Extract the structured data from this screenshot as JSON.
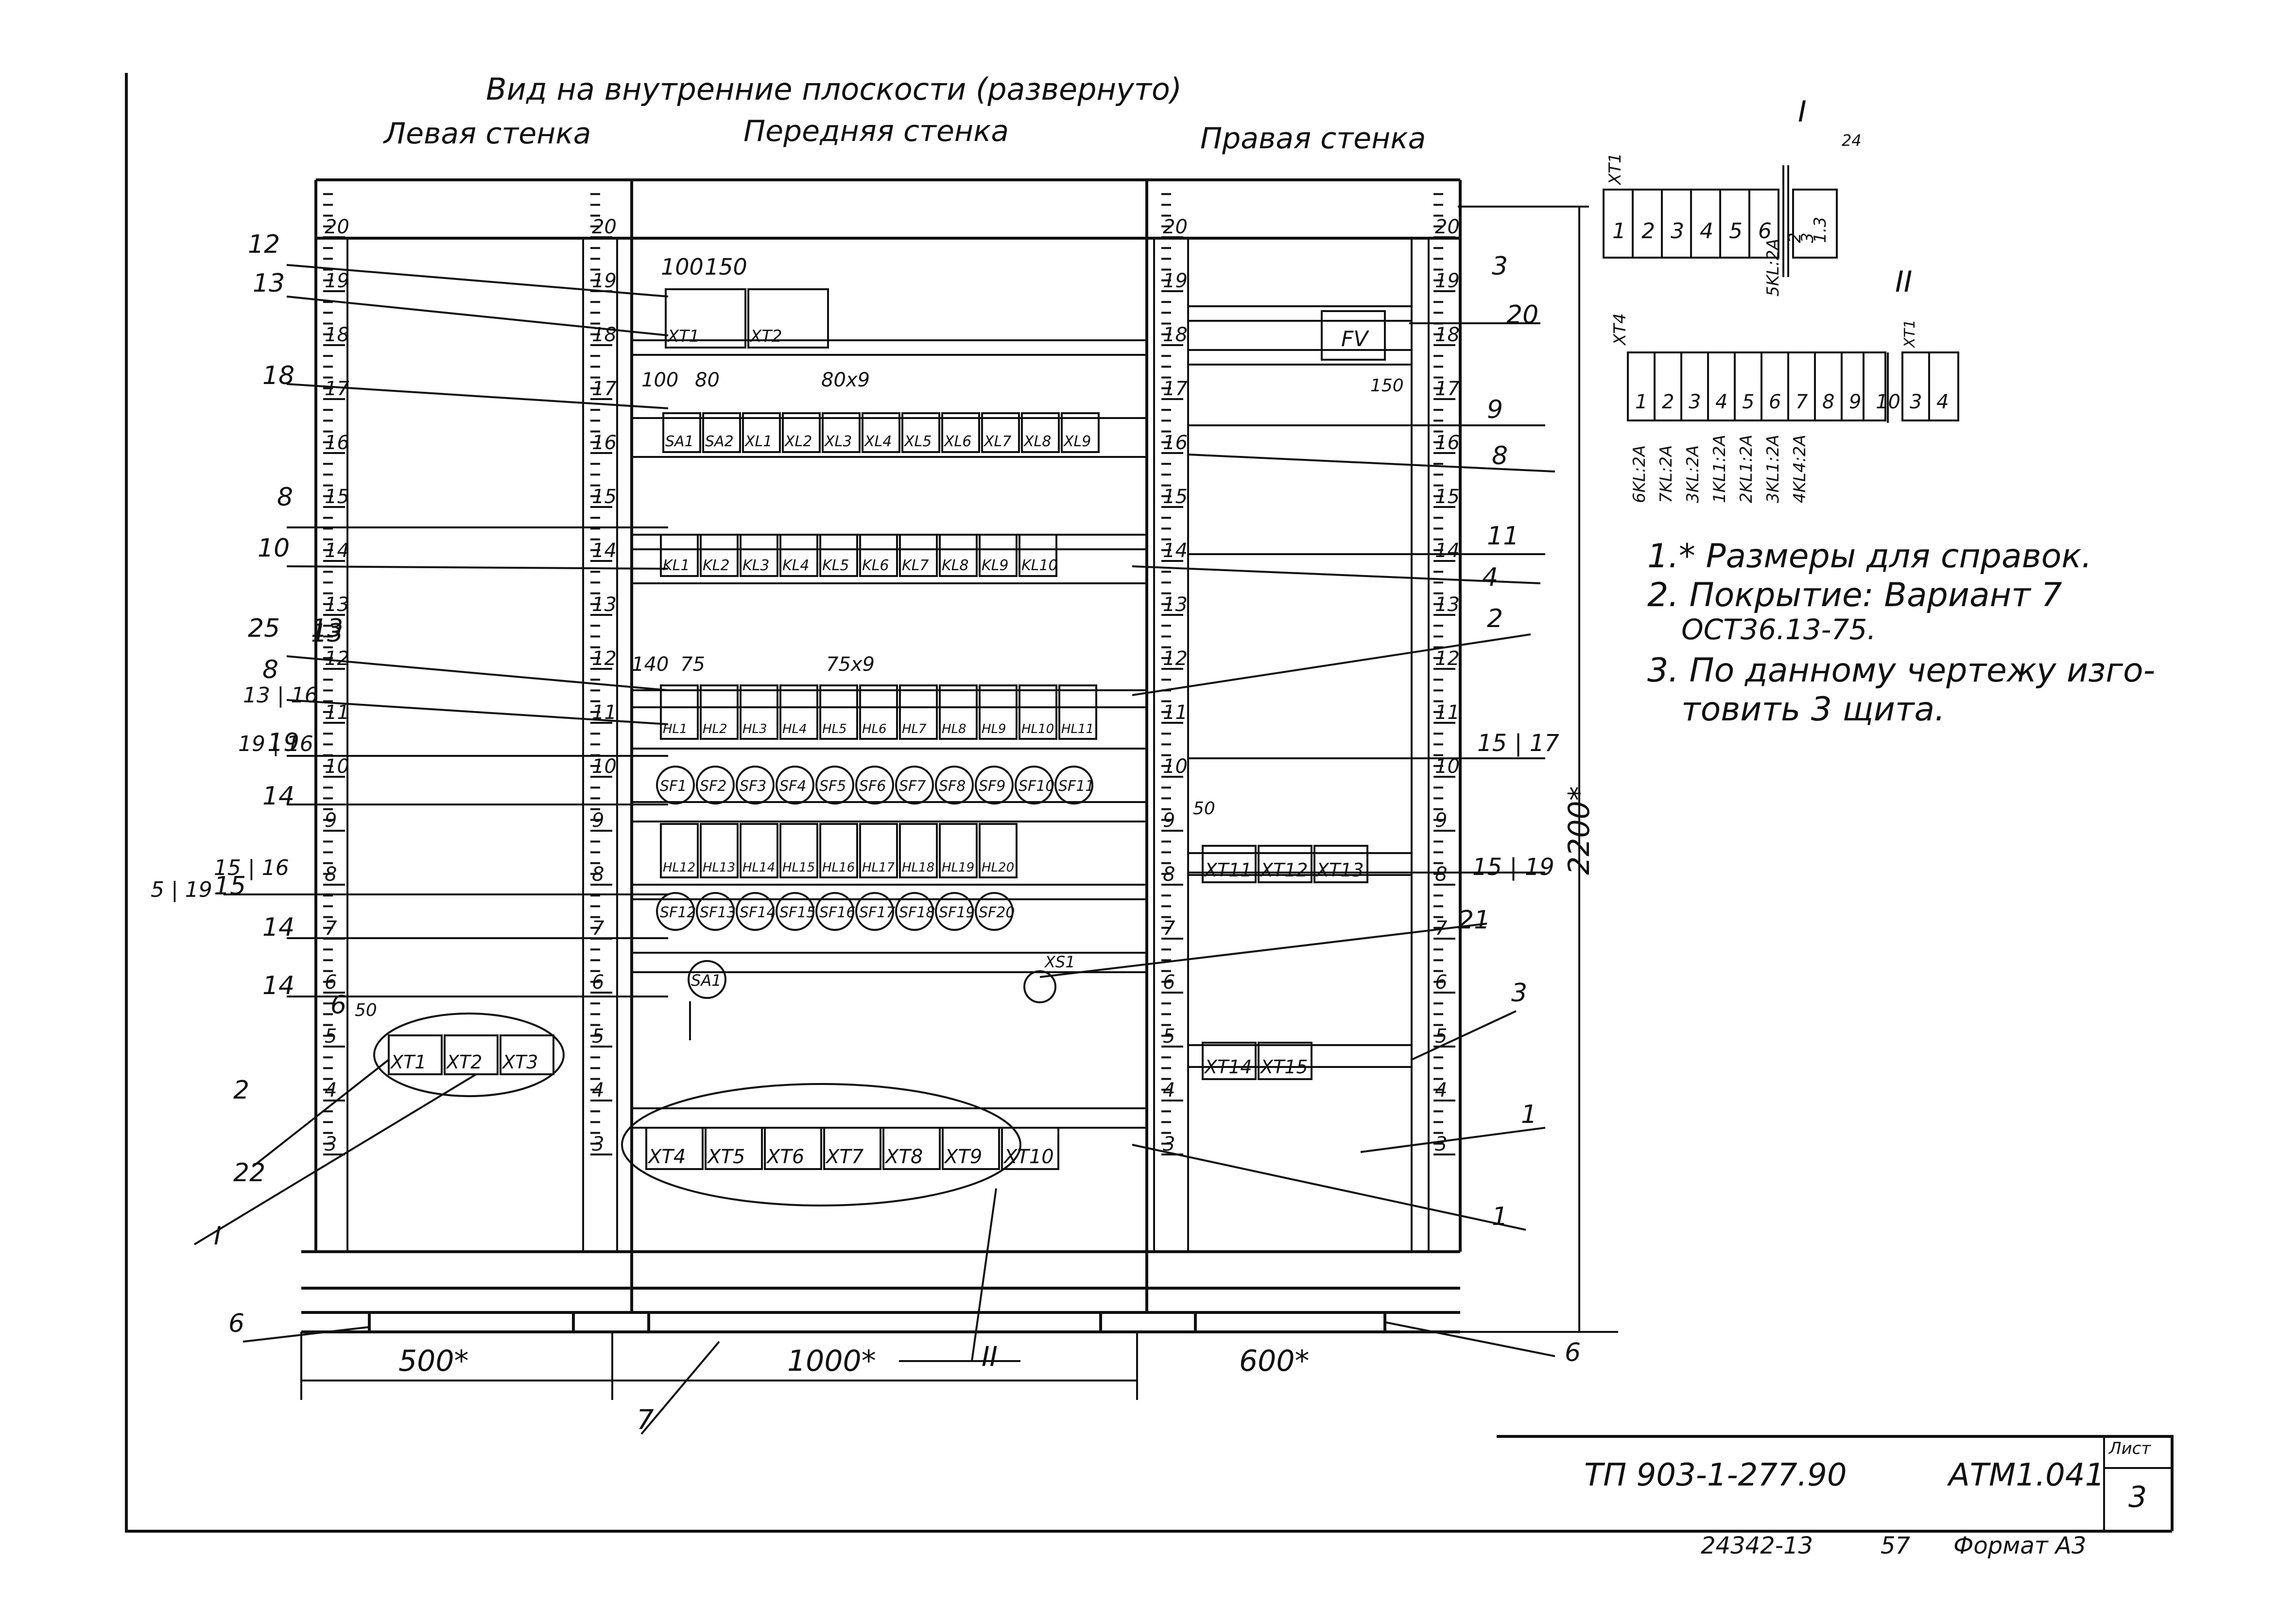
{
  "drawing": {
    "title": "Вид на внутренние плоскости (развернуто)",
    "left_wall_label": "Левая стенка",
    "front_wall_label": "Передняя стенка",
    "right_wall_label": "Правая стенка",
    "total_height_dim": "2200*",
    "width_dims": [
      "500*",
      "1000*",
      "600*"
    ],
    "top_dims": [
      "100",
      "150"
    ],
    "row17_dims": [
      "100",
      "80",
      "80x9"
    ],
    "row12_dims": [
      "140",
      "75",
      "75x9"
    ],
    "right_dim": "150",
    "left_block_dim": "50",
    "right_block_dim": "50",
    "scale_labels": [
      "3",
      "4",
      "5",
      "6",
      "7",
      "8",
      "9",
      "10",
      "11",
      "12",
      "13",
      "14",
      "15",
      "16",
      "17",
      "18",
      "19",
      "20"
    ]
  },
  "components": {
    "row19": [
      "XT1",
      "XT2"
    ],
    "right_fv": "FV",
    "row17": [
      "SA1",
      "SA2",
      "XL1",
      "XL2",
      "XL3",
      "XL4",
      "XL5",
      "XL6",
      "XL7",
      "XL8",
      "XL9"
    ],
    "row15": [
      "KL1",
      "KL2",
      "KL3",
      "KL4",
      "KL5",
      "KL6",
      "KL7",
      "KL8",
      "KL9",
      "KL10"
    ],
    "row12": [
      "HL1",
      "HL2",
      "HL3",
      "HL4",
      "HL5",
      "HL6",
      "HL7",
      "HL8",
      "HL9",
      "HL10",
      "HL11"
    ],
    "sf_row_top": [
      "SF1",
      "SF2",
      "SF3",
      "SF4",
      "SF5",
      "SF6",
      "SF7",
      "SF8",
      "SF9",
      "SF10",
      "SF11"
    ],
    "row9": [
      "HL12",
      "HL13",
      "HL14",
      "HL15",
      "HL16",
      "HL17",
      "HL18",
      "HL19",
      "HL20"
    ],
    "sf_row_bottom": [
      "SF12",
      "SF13",
      "SF14",
      "SF15",
      "SF16",
      "SF17",
      "SF18",
      "SF19",
      "SF20"
    ],
    "sa": "SA1",
    "xs": "XS1",
    "right_row9": [
      "XT11",
      "XT12",
      "XT13"
    ],
    "right_row5": [
      "XT14",
      "XT15"
    ],
    "left_row5": [
      "XT1",
      "XT2",
      "XT3"
    ],
    "front_row4": [
      "XT4",
      "XT5",
      "XT6",
      "XT7",
      "XT8",
      "XT9",
      "XT10"
    ]
  },
  "callouts": {
    "left": [
      "12",
      "13",
      "18",
      "8",
      "10",
      "25",
      "8",
      "13",
      "19",
      "14",
      "15",
      "14",
      "14",
      "6",
      "2",
      "22",
      "I",
      "6"
    ],
    "left_pairs": [
      "13 | 16",
      "19 | 16",
      "15 | 16",
      "5 | 19"
    ],
    "right": [
      "3",
      "20",
      "9",
      "8",
      "11",
      "4",
      "2",
      "21",
      "3",
      "1",
      "1",
      "6"
    ],
    "right_pairs": [
      "15 | 17",
      "15 | 19"
    ],
    "bottom": [
      "7",
      "II"
    ],
    "front_left13": "13"
  },
  "details": {
    "detail_I_label": "I",
    "detail_I_group": "XT1",
    "detail_I_cells": [
      "1",
      "2",
      "3",
      "4",
      "5",
      "6"
    ],
    "detail_I_side": [
      "2",
      "3",
      "1.3"
    ],
    "detail_I_bottom": "5KL:2A",
    "detail_I_dim": "24",
    "detail_II_label": "II",
    "detail_II_group": "XT4",
    "detail_II_cells": [
      "1",
      "2",
      "3",
      "4",
      "5",
      "6",
      "7",
      "8",
      "9",
      "10"
    ],
    "detail_II_side_group": "XT1",
    "detail_II_side_cells": [
      "3",
      "4"
    ],
    "detail_II_wires": [
      "6KL:2A",
      "7KL:2A",
      "3KL:2A",
      "1KL1:2A",
      "2KL1:2A",
      "3KL1:2A",
      "4KL4:2A"
    ]
  },
  "notes": [
    "1.* Размеры для справок.",
    "2. Покрытие: Вариант 7",
    "ОСТ36.13-75.",
    "3. По данному чертежу изго-",
    "товить 3 щита."
  ],
  "title_block": {
    "project_code": "ТП 903-1-277.90",
    "sheet_code": "АТМ1.041",
    "sheet_header": "Лист",
    "sheet_no": "3",
    "footer_code": "24342-13",
    "footer_no": "57",
    "format": "Формат А3"
  }
}
